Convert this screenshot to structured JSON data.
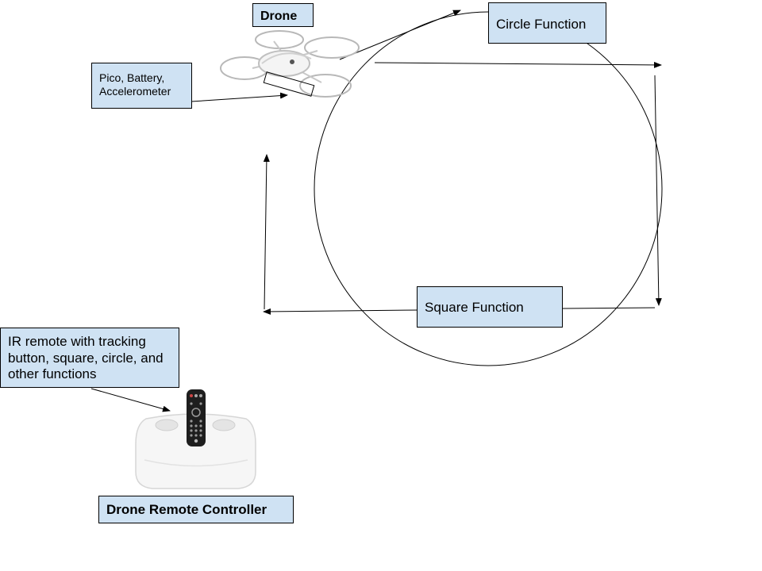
{
  "labels": {
    "drone": "Drone",
    "pico": "Pico, Battery, Accelerometer",
    "circle": "Circle Function",
    "square": "Square Function",
    "ir_remote": "IR remote with tracking button, square, circle, and other functions",
    "controller": "Drone Remote Controller"
  },
  "colors": {
    "box_fill": "#cfe2f3",
    "line": "#000000"
  }
}
